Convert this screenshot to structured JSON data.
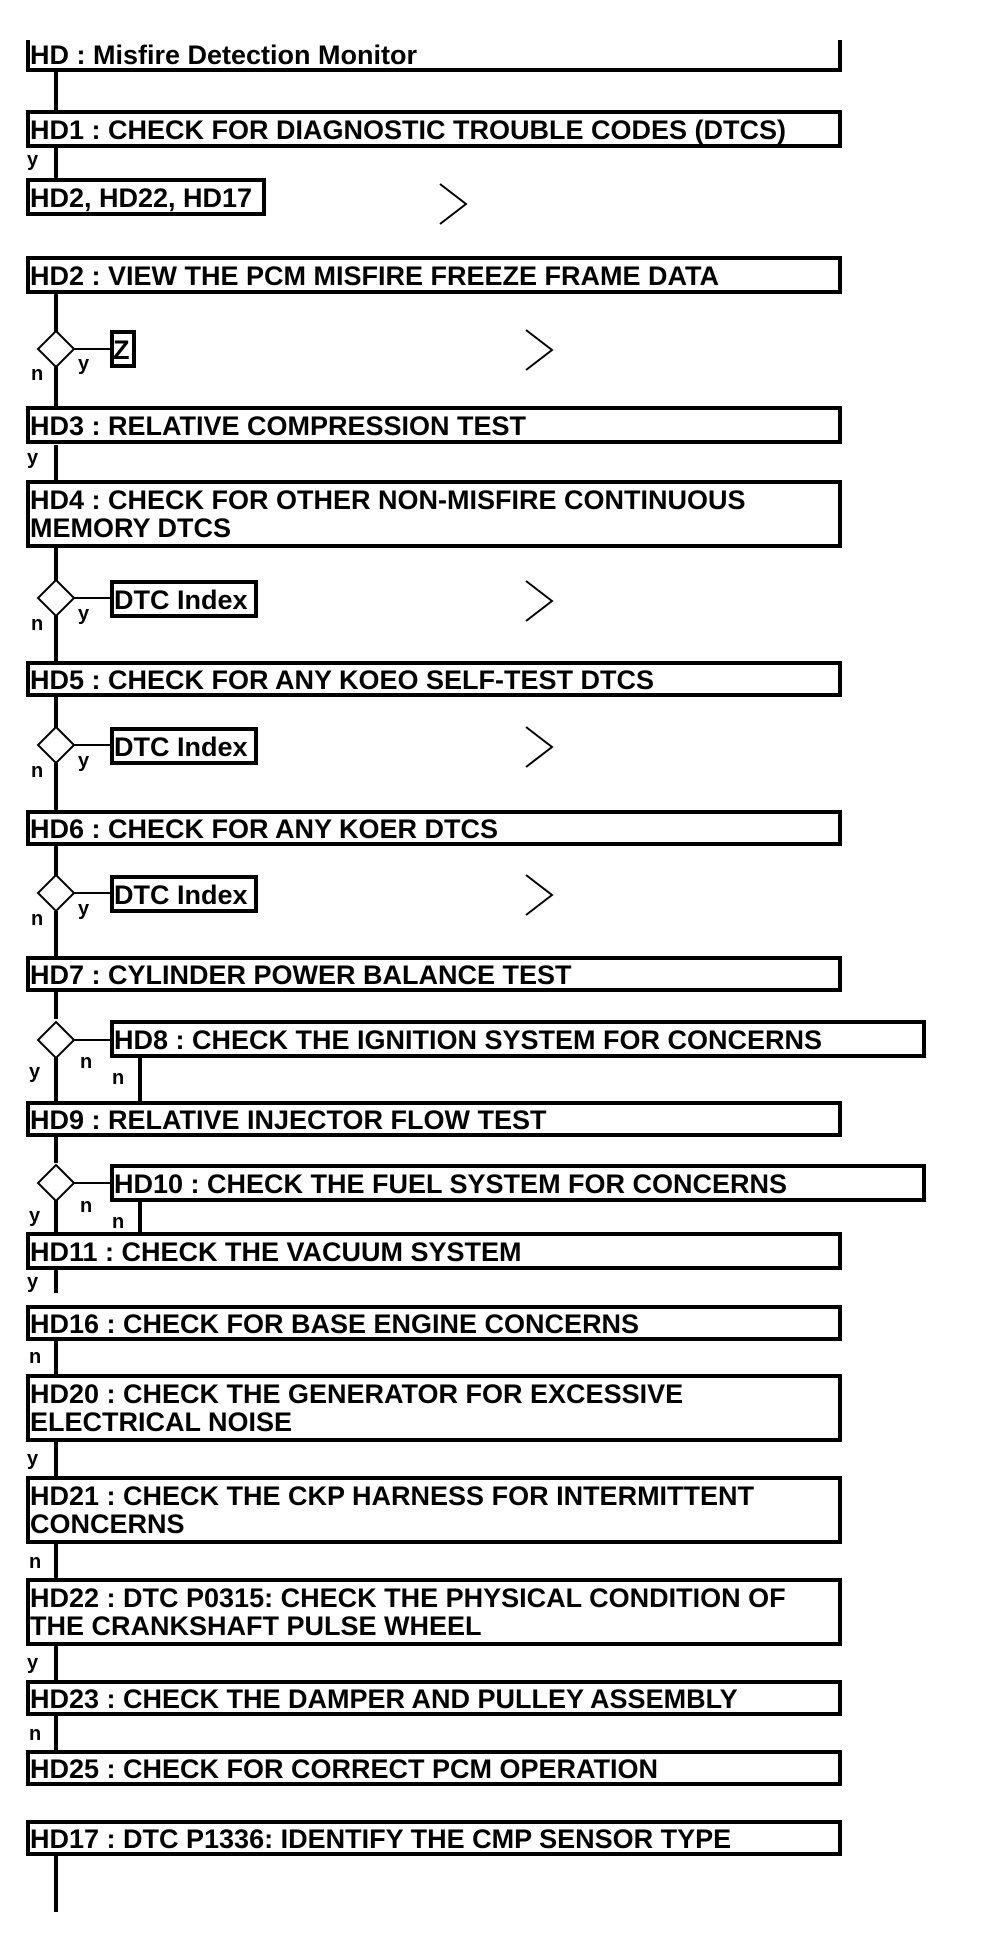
{
  "monitor": {
    "title": "HD : Misfire Detection Monitor"
  },
  "steps": {
    "hd1": "HD1 : CHECK FOR DIAGNOSTIC TROUBLE CODES (DTCS)",
    "hd_refs": "HD2, HD22, HD17",
    "hd2": "HD2 : VIEW THE PCM MISFIRE FREEZE FRAME DATA",
    "z": "Z",
    "hd3": "HD3 : RELATIVE COMPRESSION TEST",
    "hd4_line1": "HD4 : CHECK FOR OTHER NON-MISFIRE CONTINUOUS",
    "hd4_line2": "MEMORY DTCS",
    "dtc_index": "DTC Index",
    "hd5": "HD5 : CHECK FOR ANY KOEO SELF-TEST DTCS",
    "hd6": "HD6 : CHECK FOR ANY KOER DTCS",
    "hd7": "HD7 : CYLINDER POWER BALANCE TEST",
    "hd8": "HD8 : CHECK THE IGNITION SYSTEM FOR CONCERNS",
    "hd9": "HD9 : RELATIVE INJECTOR FLOW TEST",
    "hd10": "HD10 : CHECK THE FUEL SYSTEM FOR CONCERNS",
    "hd11": "HD11 : CHECK THE VACUUM SYSTEM",
    "hd16": "HD16 : CHECK FOR BASE ENGINE CONCERNS",
    "hd20_line1": "HD20 : CHECK THE GENERATOR FOR EXCESSIVE",
    "hd20_line2": "ELECTRICAL NOISE",
    "hd21_line1": "HD21 : CHECK THE CKP HARNESS FOR INTERMITTENT",
    "hd21_line2": "CONCERNS",
    "hd22_line1": "HD22 : DTC P0315: CHECK THE PHYSICAL CONDITION OF",
    "hd22_line2": "THE CRANKSHAFT PULSE WHEEL",
    "hd23": "HD23 : CHECK THE DAMPER AND PULLEY ASSEMBLY",
    "hd25": "HD25 : CHECK FOR CORRECT PCM OPERATION",
    "hd17": "HD17 : DTC P1336: IDENTIFY THE CMP SENSOR TYPE"
  },
  "branch": {
    "yes": "y",
    "no": "n"
  }
}
